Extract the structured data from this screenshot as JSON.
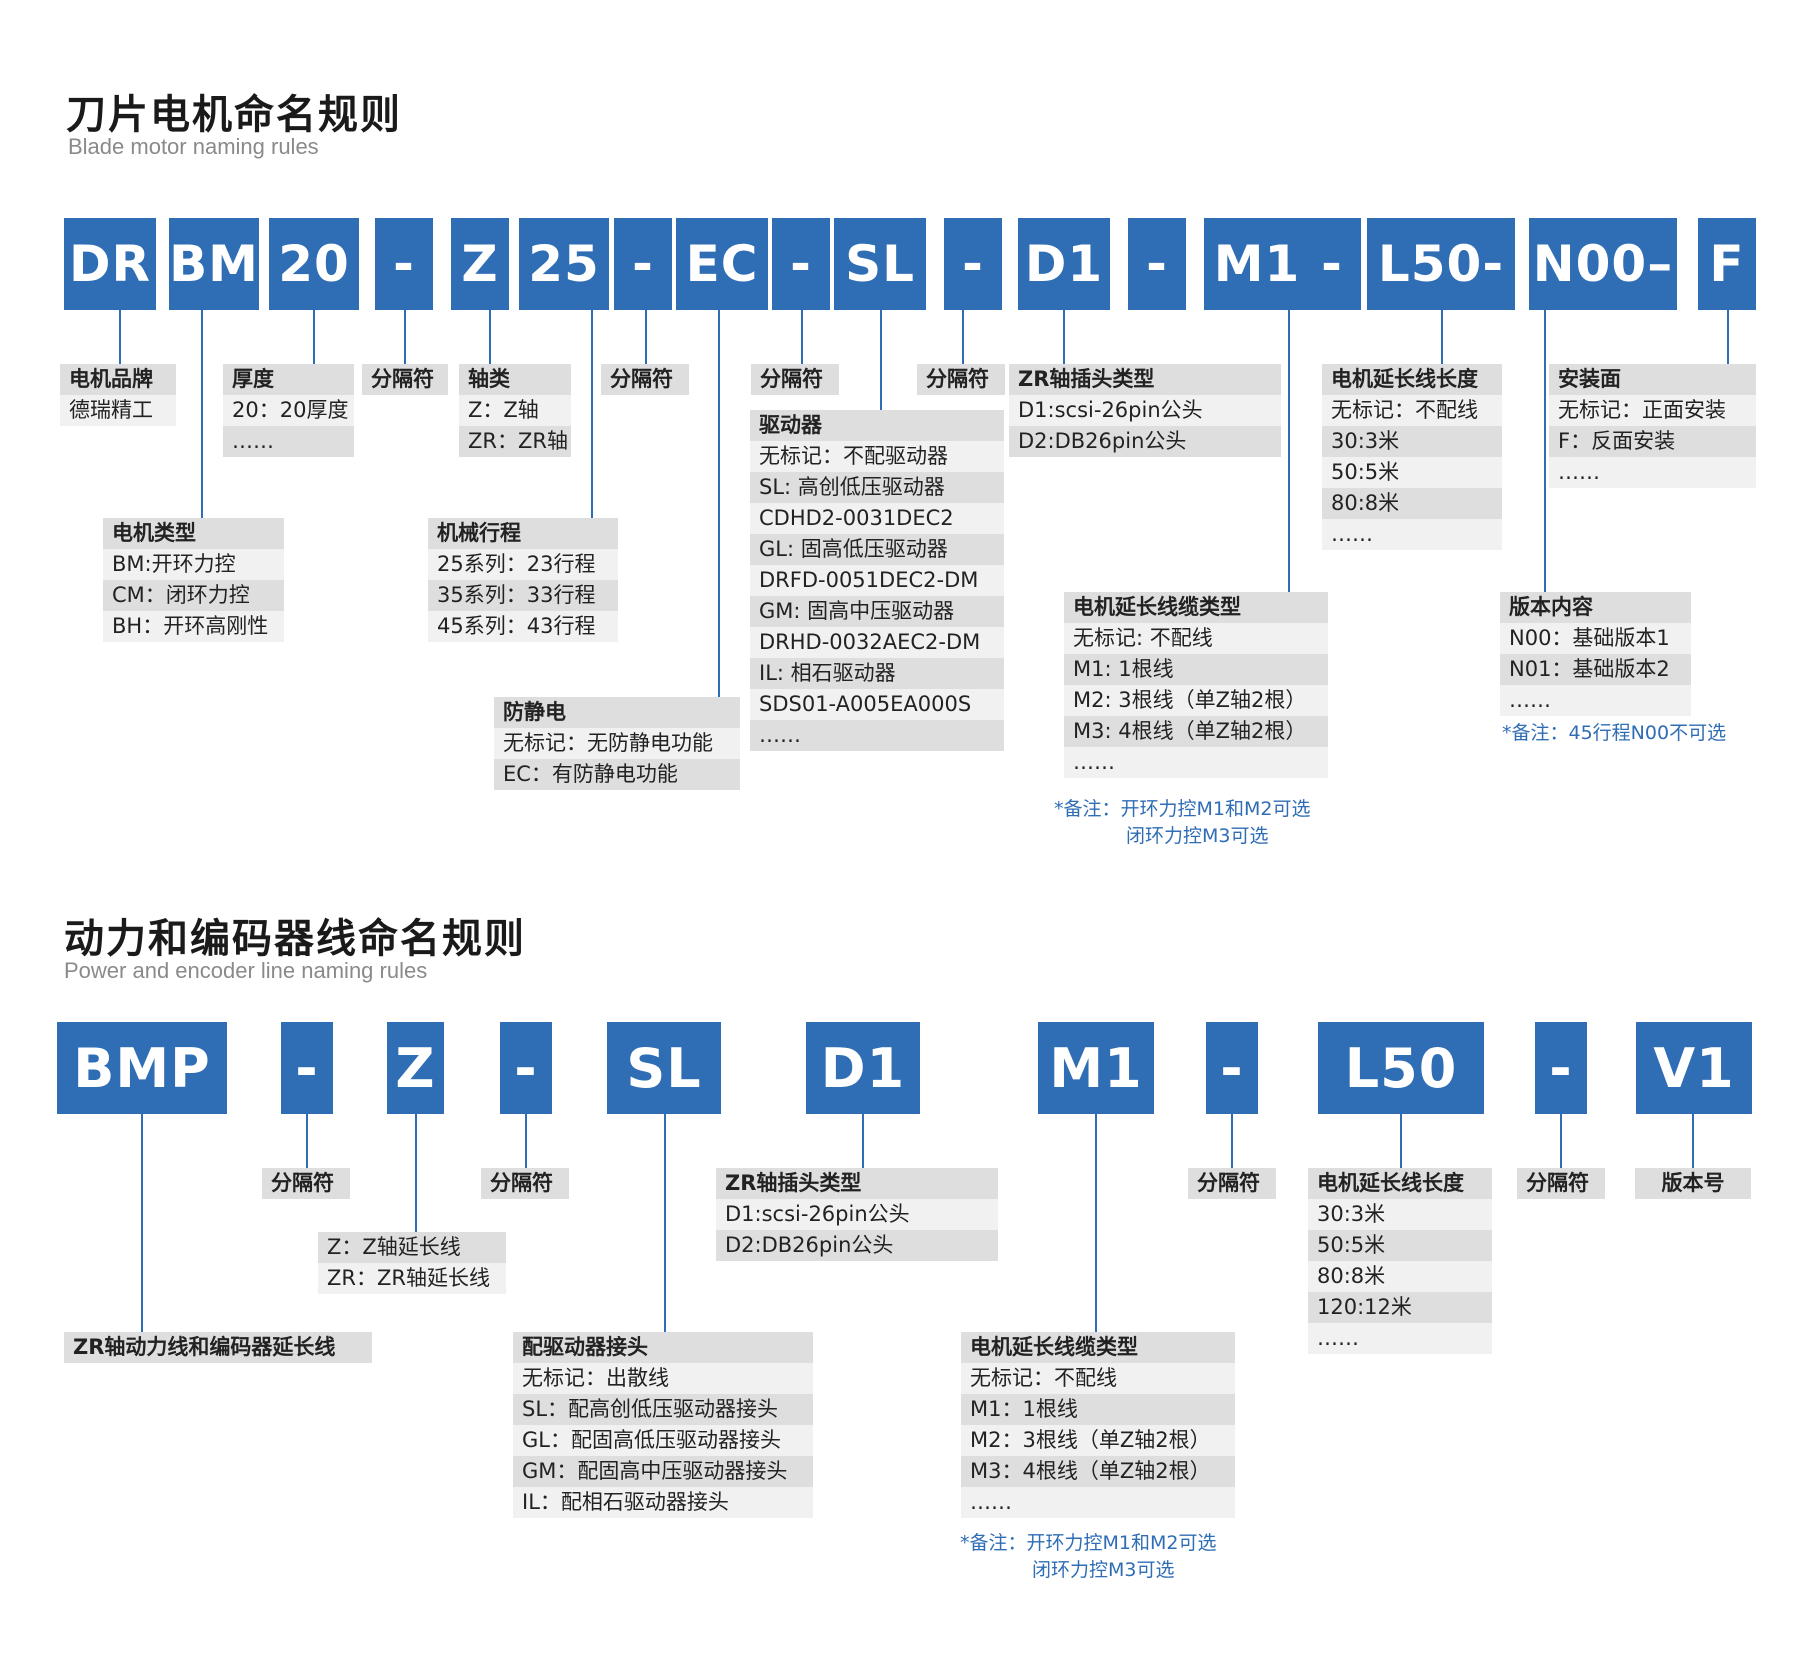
{
  "section1": {
    "title": "刀片电机命名规则",
    "subtitle": "Blade motor naming rules",
    "codes": [
      "DR",
      "BM",
      "20",
      "-",
      "Z",
      "25",
      "-",
      "EC",
      "-",
      "SL",
      "-",
      "D1",
      "-",
      "M1",
      "-",
      "L50-",
      "N00–",
      "F"
    ],
    "brand": {
      "header": "电机品牌",
      "rows": [
        "德瑞精工"
      ]
    },
    "motor_type": {
      "header": "电机类型",
      "rows": [
        "BM:开环力控",
        "CM：闭环力控",
        "BH：开环高刚性"
      ]
    },
    "thickness": {
      "header": "厚度",
      "rows": [
        "20：20厚度",
        "……"
      ]
    },
    "separator": "分隔符",
    "axis": {
      "header": "轴类",
      "rows": [
        "Z：Z轴",
        "ZR：ZR轴"
      ]
    },
    "stroke": {
      "header": "机械行程",
      "rows": [
        "25系列：23行程",
        "35系列：33行程",
        "45系列：43行程"
      ]
    },
    "antistatic": {
      "header": "防静电",
      "rows": [
        "无标记：无防静电功能",
        "EC：有防静电功能"
      ]
    },
    "driver": {
      "header": "驱动器",
      "rows": [
        "无标记：不配驱动器",
        "SL: 高创低压驱动器",
        "CDHD2-0031DEC2",
        "GL: 固高低压驱动器",
        "DRFD-0051DEC2-DM",
        "GM: 固高中压驱动器",
        "DRHD-0032AEC2-DM",
        "IL: 相石驱动器",
        "SDS01-A005EA000S",
        "……"
      ]
    },
    "plug": {
      "header": "ZR轴插头类型",
      "rows": [
        "D1:scsi-26pin公头",
        "D2:DB26pin公头"
      ]
    },
    "cable_type": {
      "header": "电机延长线缆类型",
      "rows": [
        "无标记: 不配线",
        "M1: 1根线",
        "M2: 3根线（单Z轴2根）",
        "M3: 4根线（单Z轴2根）",
        "……"
      ]
    },
    "cable_note": [
      "*备注：开环力控M1和M2可选",
      "闭环力控M3可选"
    ],
    "cable_length": {
      "header": "电机延长线长度",
      "rows": [
        "无标记：不配线",
        "30:3米",
        "50:5米",
        "80:8米",
        "……"
      ]
    },
    "version": {
      "header": "版本内容",
      "rows": [
        "N00：基础版本1",
        "N01：基础版本2",
        "……"
      ]
    },
    "version_note": "*备注：45行程N00不可选",
    "mount": {
      "header": "安装面",
      "rows": [
        "无标记：正面安装",
        "F：反面安装",
        "……"
      ]
    }
  },
  "section2": {
    "title": "动力和编码器线命名规则",
    "subtitle": "Power and encoder line naming rules",
    "codes": [
      "BMP",
      "-",
      "Z",
      "-",
      "SL",
      "D1",
      "M1",
      "-",
      "L50",
      "-",
      "V1"
    ],
    "separator": "分隔符",
    "product": {
      "header": "ZR轴动力线和编码器延长线"
    },
    "axis": {
      "rows": [
        "Z：Z轴延长线",
        "ZR：ZR轴延长线"
      ]
    },
    "driver_conn": {
      "header": "配驱动器接头",
      "rows": [
        "无标记：出散线",
        "SL：配高创低压驱动器接头",
        "GL：配固高低压驱动器接头",
        "GM：配固高中压驱动器接头",
        "IL：配相石驱动器接头"
      ]
    },
    "plug": {
      "header": "ZR轴插头类型",
      "rows": [
        "D1:scsi-26pin公头",
        "D2:DB26pin公头"
      ]
    },
    "cable_type": {
      "header": "电机延长线缆类型",
      "rows": [
        "无标记：不配线",
        "M1：1根线",
        "M2：3根线（单Z轴2根）",
        "M3：4根线（单Z轴2根）",
        "……"
      ]
    },
    "cable_note": [
      "*备注：开环力控M1和M2可选",
      "闭环力控M3可选"
    ],
    "cable_length": {
      "header": "电机延长线长度",
      "rows": [
        "30:3米",
        "50:5米",
        "80:8米",
        "120:12米",
        "……"
      ]
    },
    "version": {
      "header": "版本号"
    }
  },
  "colors": {
    "accent": "#2f6db5",
    "row_dark": "#dedede",
    "row_light": "#f1f1f1"
  }
}
